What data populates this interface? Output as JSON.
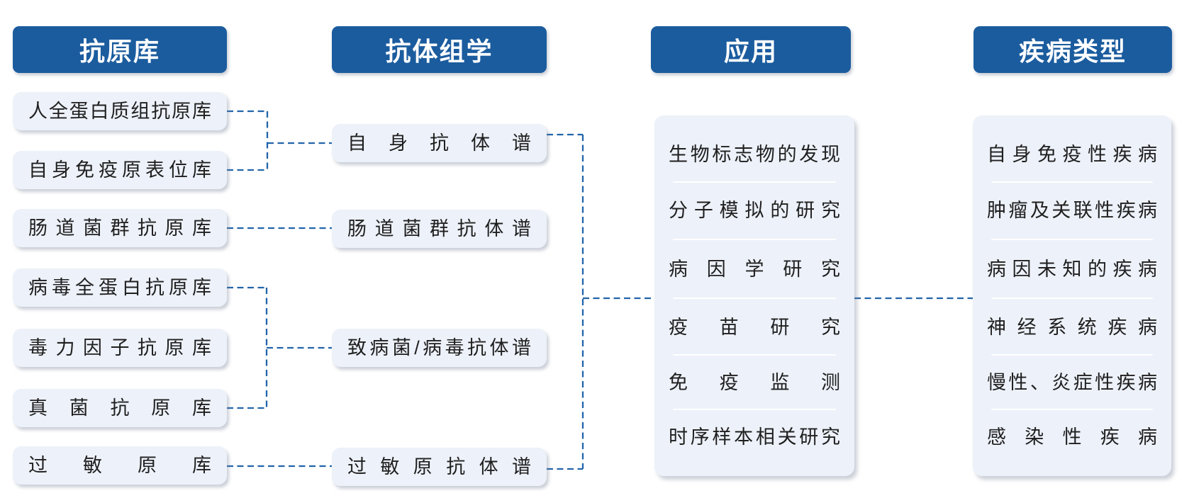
{
  "diagram": {
    "columns": [
      {
        "header": "抗原库",
        "items": [
          "人全蛋白质组抗原库",
          "自身免疫原表位库",
          "肠道菌群抗原库",
          "病毒全蛋白抗原库",
          "毒力因子抗原库",
          "真菌抗原库",
          "过敏原库"
        ]
      },
      {
        "header": "抗体组学",
        "items": [
          "自身抗体谱",
          "肠道菌群抗体谱",
          "致病菌/病毒抗体谱",
          "过敏原抗体谱"
        ]
      },
      {
        "header": "应用",
        "items": [
          "生物标志物的发现",
          "分子模拟的研究",
          "病因学研究",
          "疫苗研究",
          "免疫监测",
          "时序样本相关研究"
        ]
      },
      {
        "header": "疾病类型",
        "items": [
          "自身免疫性疾病",
          "肿瘤及关联性疾病",
          "病因未知的疾病",
          "神经系统疾病",
          "慢性、炎症性疾病",
          "感染性疾病"
        ]
      }
    ],
    "colors": {
      "header_bg": "#1b5c9e",
      "node_bg": "#edf1f9",
      "connector": "#2264aa",
      "text": "#1f1f1f"
    }
  }
}
